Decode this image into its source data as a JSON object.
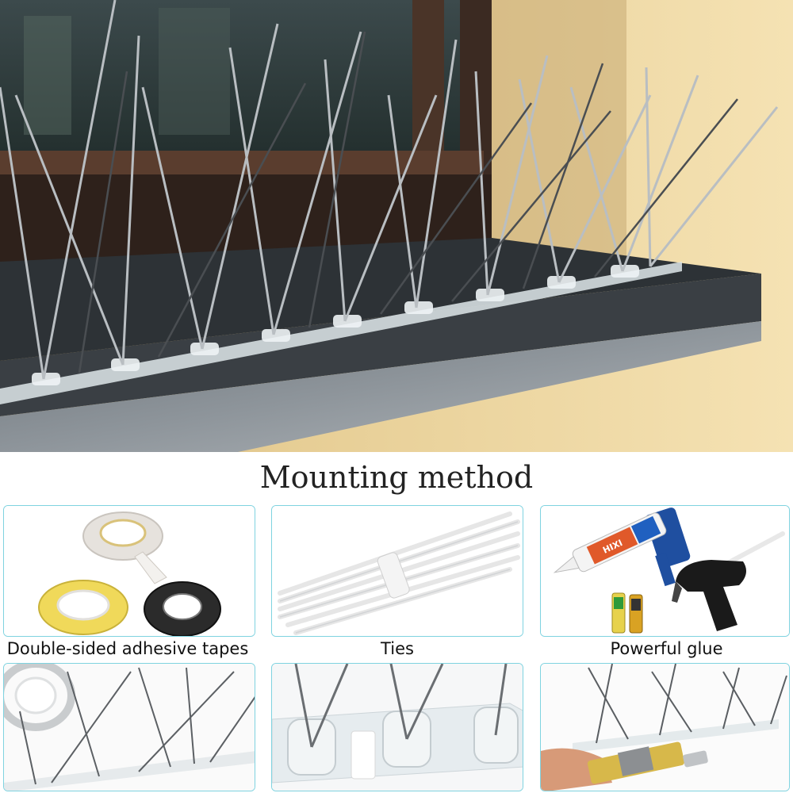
{
  "title": "Mounting method",
  "methods": [
    {
      "label": "Double-sided adhesive tapes"
    },
    {
      "label": "Ties"
    },
    {
      "label": "Powerful glue"
    }
  ],
  "glue_tube": {
    "brand": "HIXI"
  },
  "colors": {
    "panel_border": "#7fd3e0",
    "ledge": "#3a3f44",
    "wall": "#f0d9a3",
    "gun_blue": "#1f4fa0",
    "glue_gun": "#1a1a1a"
  }
}
